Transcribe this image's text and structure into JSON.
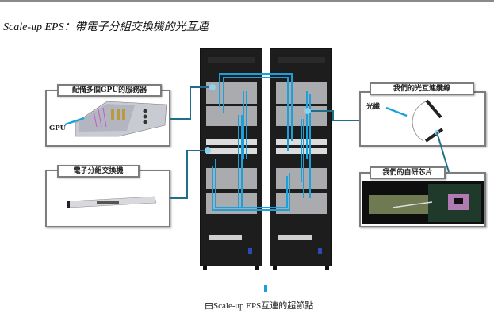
{
  "title": "Scale-up EPS：帶電子分組交換機的光互連",
  "panels": {
    "gpu_server": {
      "label": "配備多個GPU的服務器",
      "callout": "GPU"
    },
    "packet_switch": {
      "label": "電子分組交換機"
    },
    "optical_cable": {
      "label": "我們的光互連纜線",
      "callout": "光纖"
    },
    "chip": {
      "label": "我們的自研芯片"
    }
  },
  "caption": "由Scale-up EPS互連的超節點",
  "colors": {
    "link": "#1aa1db",
    "connector": "#1f6f8b",
    "frame": "#7d7d7d",
    "rack": "#1d1d1d"
  }
}
